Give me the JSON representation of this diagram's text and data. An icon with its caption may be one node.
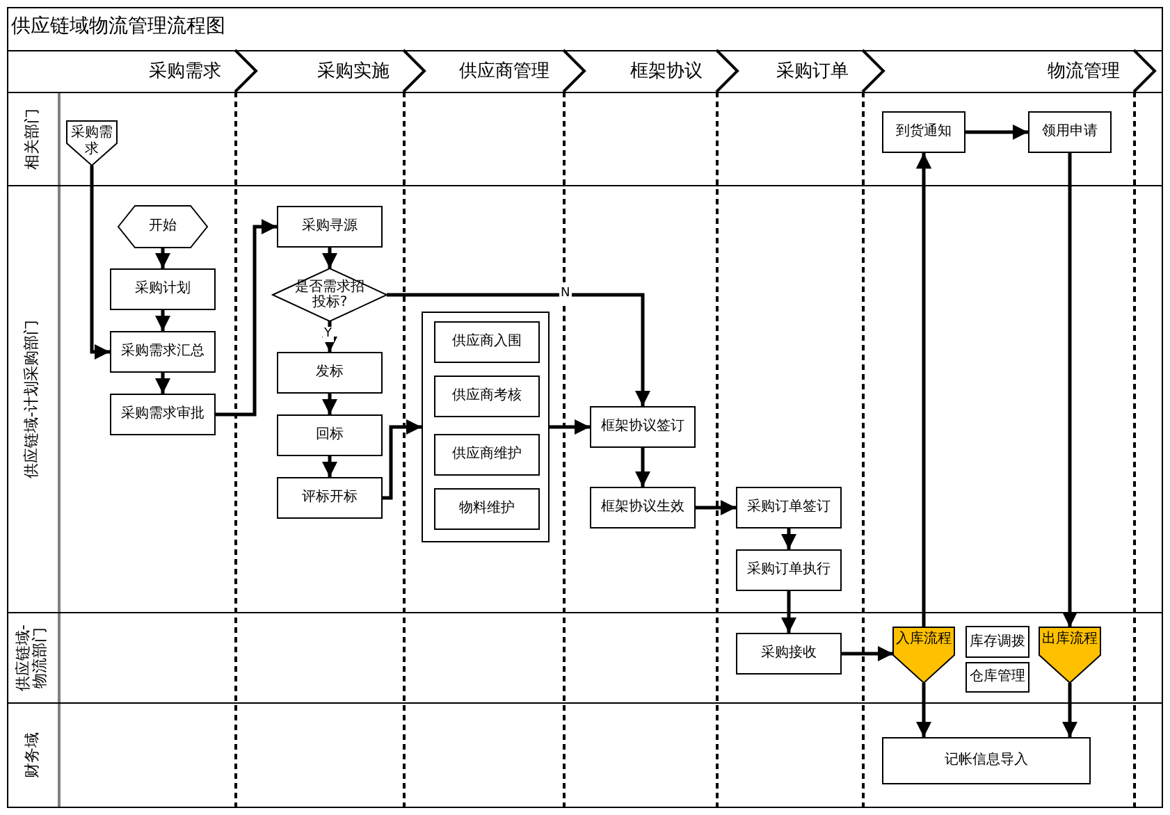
{
  "diagram": {
    "title": "供应链域物流管理流程图",
    "nodes": [
      {
        "text": [
          "采购需求"
        ]
      },
      {
        "text": [
          "采购实施"
        ]
      },
      {
        "text": [
          "供应商管理"
        ]
      },
      {
        "text": [
          "框架协议"
        ]
      },
      {
        "text": [
          "采购订单"
        ]
      },
      {
        "text": [
          "物流管理"
        ]
      },
      {
        "text": [
          "相关部门"
        ]
      },
      {
        "text": [
          "供应链域-计划采购部门"
        ]
      },
      {
        "text": [
          "供应链域-物流部门"
        ]
      },
      {
        "text": [
          "财务域"
        ]
      },
      {
        "text": [
          "采购需求"
        ],
        "in": 6
      },
      {
        "text": [
          "开始"
        ],
        "in": 7
      },
      {
        "text": [
          "采购计划"
        ],
        "in": 7
      },
      {
        "text": [
          "采购需求汇总"
        ],
        "in": 7
      },
      {
        "text": [
          "采购需求审批"
        ],
        "in": 7
      },
      {
        "text": [
          "采购寻源"
        ],
        "in": 7
      },
      {
        "text": [
          "是否需求招投标?"
        ],
        "in": 7
      },
      {
        "text": [
          "发标"
        ],
        "in": 7
      },
      {
        "text": [
          "回标"
        ],
        "in": 7
      },
      {
        "text": [
          "评标开标"
        ],
        "in": 7
      },
      {
        "text": [],
        "shape": "box",
        "in": 7
      },
      {
        "text": [
          "供应商入围"
        ],
        "in": 20
      },
      {
        "text": [
          "供应商考核"
        ],
        "in": 20
      },
      {
        "text": [
          "供应商维护"
        ],
        "in": 20
      },
      {
        "text": [
          "物料维护"
        ],
        "in": 20
      },
      {
        "text": [
          "框架协议签订"
        ],
        "in": 7
      },
      {
        "text": [
          "框架协议生效"
        ],
        "in": 7
      },
      {
        "text": [
          "采购订单签订"
        ],
        "in": 7
      },
      {
        "text": [
          "采购订单执行"
        ],
        "in": 7
      },
      {
        "text": [
          "采购接收"
        ],
        "in": 8
      },
      {
        "text": [
          "到货通知"
        ],
        "in": 6
      },
      {
        "text": [
          "领用申请"
        ],
        "in": 6
      },
      {
        "text": [
          "入库流程"
        ],
        "in": 8
      },
      {
        "text": [
          "库存调拨"
        ],
        "in": 8
      },
      {
        "text": [
          "仓库管理"
        ],
        "in": 8
      },
      {
        "text": [
          "出库流程"
        ],
        "in": 8
      },
      {
        "text": [
          "记帐信息导入"
        ],
        "in": 9
      }
    ],
    "edges": [
      {
        "from": 10,
        "to": 13,
        "arrow": "to"
      },
      {
        "from": 11,
        "to": 12,
        "arrow": "to"
      },
      {
        "from": 12,
        "to": 13,
        "arrow": "to"
      },
      {
        "from": 13,
        "to": 14,
        "arrow": "to"
      },
      {
        "from": 14,
        "to": 15,
        "arrow": "to"
      },
      {
        "from": 15,
        "to": 16,
        "arrow": "to"
      },
      {
        "from": 16,
        "to": 17,
        "arrow": "to",
        "label": "Y"
      },
      {
        "from": 16,
        "to": 25,
        "arrow": "to",
        "label": "N"
      },
      {
        "from": 17,
        "to": 18,
        "arrow": "to"
      },
      {
        "from": 18,
        "to": 19,
        "arrow": "to"
      },
      {
        "from": 19,
        "to": 20,
        "arrow": "to"
      },
      {
        "from": 20,
        "to": 25,
        "arrow": "to"
      },
      {
        "from": 25,
        "to": 26,
        "arrow": "to"
      },
      {
        "from": 26,
        "to": 27,
        "arrow": "to"
      },
      {
        "from": 27,
        "to": 28,
        "arrow": "to"
      },
      {
        "from": 28,
        "to": 29,
        "arrow": "to"
      },
      {
        "from": 29,
        "to": 32,
        "arrow": "to"
      },
      {
        "from": 32,
        "to": 30,
        "arrow": "to"
      },
      {
        "from": 30,
        "to": 31,
        "arrow": "to"
      },
      {
        "from": 31,
        "to": 35,
        "arrow": "to"
      },
      {
        "from": 32,
        "to": 36,
        "arrow": "to"
      },
      {
        "from": 35,
        "to": 36,
        "arrow": "to"
      }
    ]
  }
}
